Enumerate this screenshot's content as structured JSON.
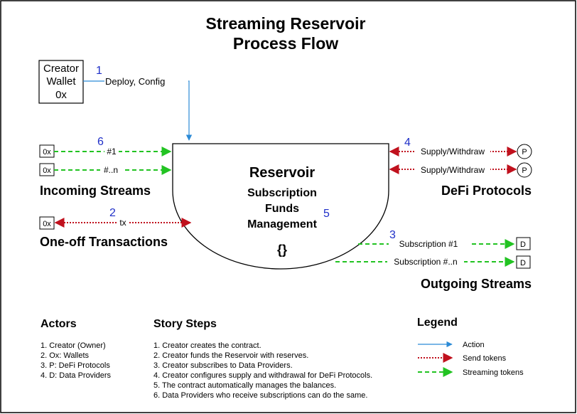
{
  "title": {
    "line1": "Streaming Reservoir",
    "line2": "Process Flow"
  },
  "creator_wallet": {
    "line1": "Creator",
    "line2": "Wallet",
    "line3": "0x"
  },
  "deploy_label": "Deploy, Config",
  "steps": {
    "s1": "1",
    "s2": "2",
    "s3": "3",
    "s4": "4",
    "s5": "5",
    "s6": "6"
  },
  "incoming": {
    "wallet_label": "0x",
    "stream1": "#1",
    "streamn": "#..n",
    "section_title": "Incoming Streams"
  },
  "oneoff": {
    "wallet_label": "0x",
    "tx_label": "tx",
    "section_title": "One-off Transactions"
  },
  "reservoir": {
    "title": "Reservoir",
    "line1": "Subscription",
    "line2": "Funds",
    "line3": "Management",
    "code": "{}"
  },
  "defi": {
    "supply1": "Supply/Withdraw",
    "supply2": "Supply/Withdraw",
    "protocol_label": "P",
    "section_title": "DeFi Protocols"
  },
  "outgoing": {
    "sub1": "Subscription #1",
    "subn": "Subscription #..n",
    "provider_label": "D",
    "section_title": "Outgoing Streams"
  },
  "actors": {
    "heading": "Actors",
    "items": [
      "1. Creator (Owner)",
      "2. Ox: Wallets",
      "3. P: DeFi Protocols",
      "4. D: Data Providers"
    ]
  },
  "story": {
    "heading": "Story Steps",
    "items": [
      "1. Creator creates the contract.",
      "2. Creator funds the Reservoir with reserves.",
      "3. Creator subscribes to Data Providers.",
      "4. Creator configures supply and withdrawal for DeFi Protocols.",
      "5. The contract automatically manages the balances.",
      "6. Data Providers who receive subscriptions can do the same."
    ]
  },
  "legend": {
    "heading": "Legend",
    "action": "Action",
    "send": "Send tokens",
    "streaming": "Streaming tokens"
  },
  "colors": {
    "action": "#2b8ad6",
    "send": "#c0111d",
    "streaming": "#22c322",
    "step_number": "#1f2fc8"
  }
}
